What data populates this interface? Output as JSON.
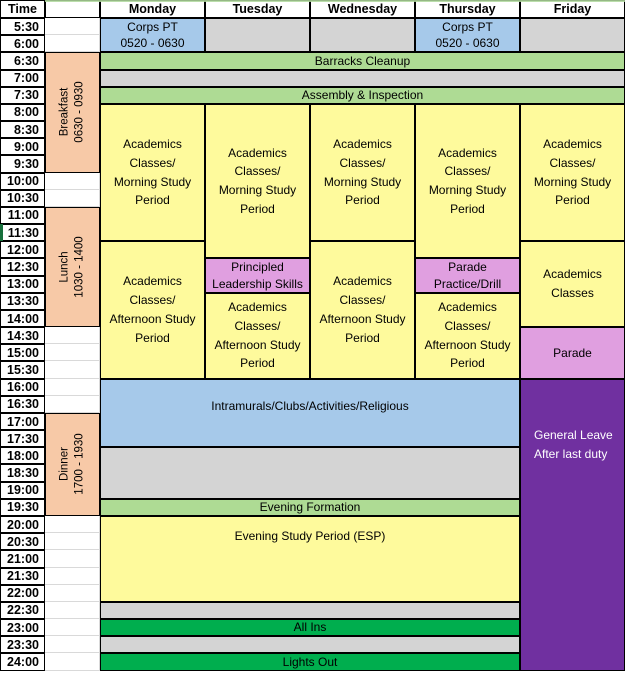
{
  "header": {
    "time_label": "Time",
    "days": [
      "Monday",
      "Tuesday",
      "Wednesday",
      "Thursday",
      "Friday"
    ]
  },
  "times": [
    "5:30",
    "6:00",
    "6:30",
    "7:00",
    "7:30",
    "8:00",
    "8:30",
    "9:00",
    "9:30",
    "10:00",
    "10:30",
    "11:00",
    "11:30",
    "12:00",
    "12:30",
    "13:00",
    "13:30",
    "14:00",
    "14:30",
    "15:00",
    "15:30",
    "16:00",
    "16:30",
    "17:00",
    "17:30",
    "18:00",
    "18:30",
    "19:00",
    "19:30",
    "20:00",
    "20:30",
    "21:00",
    "21:30",
    "22:00",
    "22:30",
    "23:00",
    "23:30",
    "24:00"
  ],
  "colors": {
    "blue": "#A6C9EA",
    "green": "#AEDB94",
    "gray": "#D4D4D4",
    "yellow": "#FEFA9C",
    "pink": "#E09FE0",
    "purple": "#7030A0",
    "dark_green": "#00AE4E",
    "peach": "#F7C9A7",
    "white_text": "#FFFFFF",
    "accent_strip": "#AFD89C",
    "selection": "#17703C"
  },
  "meals": [
    {
      "name": "breakfast-block",
      "label": "Breakfast",
      "time": "0630 - 0930",
      "start": "6:30",
      "last": "9:30"
    },
    {
      "name": "lunch-block",
      "label": "Lunch",
      "time": "1030 - 1400",
      "start": "11:00",
      "last": "14:00"
    },
    {
      "name": "dinner-block",
      "label": "Dinner",
      "time": "1700 - 1930",
      "start": "17:00",
      "last": "19:30"
    }
  ],
  "events": [
    {
      "name": "corps-pt-monday",
      "lines": [
        "Corps PT",
        "0520 - 0630"
      ],
      "day_start": "Monday",
      "day_end": "Monday",
      "start": "5:30",
      "last": "6:00",
      "color": "blue"
    },
    {
      "name": "no-activity-tuesday-early",
      "lines": [],
      "day_start": "Tuesday",
      "day_end": "Tuesday",
      "start": "5:30",
      "last": "6:00",
      "color": "gray"
    },
    {
      "name": "no-activity-wednesday-early",
      "lines": [],
      "day_start": "Wednesday",
      "day_end": "Wednesday",
      "start": "5:30",
      "last": "6:00",
      "color": "gray"
    },
    {
      "name": "corps-pt-thursday",
      "lines": [
        "Corps PT",
        "0520 - 0630"
      ],
      "day_start": "Thursday",
      "day_end": "Thursday",
      "start": "5:30",
      "last": "6:00",
      "color": "blue"
    },
    {
      "name": "no-activity-friday-early",
      "lines": [],
      "day_start": "Friday",
      "day_end": "Friday",
      "start": "5:30",
      "last": "6:00",
      "color": "gray"
    },
    {
      "name": "barracks-cleanup-band",
      "lines": [
        "Barracks Cleanup"
      ],
      "day_start": "Monday",
      "day_end": "Friday",
      "start": "6:30",
      "last": "6:30",
      "color": "green"
    },
    {
      "name": "morning-gray-band",
      "lines": [],
      "day_start": "Monday",
      "day_end": "Friday",
      "start": "7:00",
      "last": "7:00",
      "color": "gray"
    },
    {
      "name": "assembly-inspection-band",
      "lines": [
        "Assembly & Inspection"
      ],
      "day_start": "Monday",
      "day_end": "Friday",
      "start": "7:30",
      "last": "7:30",
      "color": "green"
    },
    {
      "name": "academics-morning-monday",
      "lines": [
        "Academics",
        "Classes/",
        "Morning Study",
        "Period"
      ],
      "day_start": "Monday",
      "day_end": "Monday",
      "start": "8:00",
      "last": "11:30",
      "color": "yellow"
    },
    {
      "name": "academics-morning-tuesday",
      "lines": [
        "Academics",
        "Classes/",
        "Morning Study",
        "Period"
      ],
      "day_start": "Tuesday",
      "day_end": "Tuesday",
      "start": "8:00",
      "last": "12:00",
      "color": "yellow"
    },
    {
      "name": "academics-morning-wednesday",
      "lines": [
        "Academics",
        "Classes/",
        "Morning Study",
        "Period"
      ],
      "day_start": "Wednesday",
      "day_end": "Wednesday",
      "start": "8:00",
      "last": "11:30",
      "color": "yellow"
    },
    {
      "name": "academics-morning-thursday",
      "lines": [
        "Academics",
        "Classes/",
        "Morning Study",
        "Period"
      ],
      "day_start": "Thursday",
      "day_end": "Thursday",
      "start": "8:00",
      "last": "12:00",
      "color": "yellow"
    },
    {
      "name": "academics-morning-friday",
      "lines": [
        "Academics",
        "Classes/",
        "Morning Study",
        "Period"
      ],
      "day_start": "Friday",
      "day_end": "Friday",
      "start": "8:00",
      "last": "11:30",
      "color": "yellow"
    },
    {
      "name": "academics-afternoon-monday",
      "lines": [
        "Academics",
        "Classes/",
        "Afternoon Study",
        "Period"
      ],
      "day_start": "Monday",
      "day_end": "Monday",
      "start": "12:00",
      "last": "15:30",
      "color": "yellow"
    },
    {
      "name": "principled-leadership-skills-tuesday",
      "lines": [
        "Principled",
        "Leadership Skills"
      ],
      "day_start": "Tuesday",
      "day_end": "Tuesday",
      "start": "12:30",
      "last": "13:00",
      "color": "pink"
    },
    {
      "name": "academics-afternoon-tuesday",
      "lines": [
        "Academics",
        "Classes/",
        "Afternoon Study",
        "Period"
      ],
      "day_start": "Tuesday",
      "day_end": "Tuesday",
      "start": "13:30",
      "last": "15:30",
      "color": "yellow"
    },
    {
      "name": "academics-afternoon-wednesday",
      "lines": [
        "Academics",
        "Classes/",
        "Afternoon Study",
        "Period"
      ],
      "day_start": "Wednesday",
      "day_end": "Wednesday",
      "start": "12:00",
      "last": "15:30",
      "color": "yellow"
    },
    {
      "name": "parade-practice-drill-thursday",
      "lines": [
        "Parade",
        "Practice/Drill"
      ],
      "day_start": "Thursday",
      "day_end": "Thursday",
      "start": "12:30",
      "last": "13:00",
      "color": "pink"
    },
    {
      "name": "academics-afternoon-thursday",
      "lines": [
        "Academics",
        "Classes/",
        "Afternoon Study",
        "Period"
      ],
      "day_start": "Thursday",
      "day_end": "Thursday",
      "start": "13:30",
      "last": "15:30",
      "color": "yellow"
    },
    {
      "name": "academics-classes-friday",
      "lines": [
        "Academics",
        "Classes"
      ],
      "day_start": "Friday",
      "day_end": "Friday",
      "start": "12:00",
      "last": "14:00",
      "color": "yellow"
    },
    {
      "name": "parade-friday",
      "lines": [
        "Parade"
      ],
      "day_start": "Friday",
      "day_end": "Friday",
      "start": "14:30",
      "last": "15:30",
      "color": "pink"
    },
    {
      "name": "intramurals-band",
      "lines": [
        "Intramurals/Clubs/Activities/Religious"
      ],
      "day_start": "Monday",
      "day_end": "Thursday",
      "start": "16:00",
      "last": "17:30",
      "color": "blue",
      "style": "nudge-up"
    },
    {
      "name": "dinner-gray-band",
      "lines": [],
      "day_start": "Monday",
      "day_end": "Thursday",
      "start": "18:00",
      "last": "19:00",
      "color": "gray"
    },
    {
      "name": "evening-formation-band",
      "lines": [
        "Evening Formation"
      ],
      "day_start": "Monday",
      "day_end": "Thursday",
      "start": "19:30",
      "last": "19:30",
      "color": "green"
    },
    {
      "name": "evening-study-period-band",
      "lines": [
        "Evening Study Period (ESP)"
      ],
      "day_start": "Monday",
      "day_end": "Thursday",
      "start": "20:00",
      "last": "22:00",
      "color": "yellow",
      "style": "top-center"
    },
    {
      "name": "post-esp-gray-band",
      "lines": [],
      "day_start": "Monday",
      "day_end": "Thursday",
      "start": "22:30",
      "last": "22:30",
      "color": "gray"
    },
    {
      "name": "all-ins-band",
      "lines": [
        "All Ins"
      ],
      "day_start": "Monday",
      "day_end": "Thursday",
      "start": "23:00",
      "last": "23:00",
      "color": "dark_green"
    },
    {
      "name": "pre-lights-gray-band",
      "lines": [],
      "day_start": "Monday",
      "day_end": "Thursday",
      "start": "23:30",
      "last": "23:30",
      "color": "gray"
    },
    {
      "name": "lights-out-band",
      "lines": [
        "Lights Out"
      ],
      "day_start": "Monday",
      "day_end": "Thursday",
      "start": "24:00",
      "last": "24:00",
      "color": "dark_green"
    },
    {
      "name": "general-leave-friday",
      "lines": [
        "General Leave",
        "After last duty"
      ],
      "day_start": "Friday",
      "day_end": "Friday",
      "start": "16:00",
      "last": "24:00",
      "color": "purple",
      "text_color": "white_text",
      "style": "top-left"
    }
  ]
}
